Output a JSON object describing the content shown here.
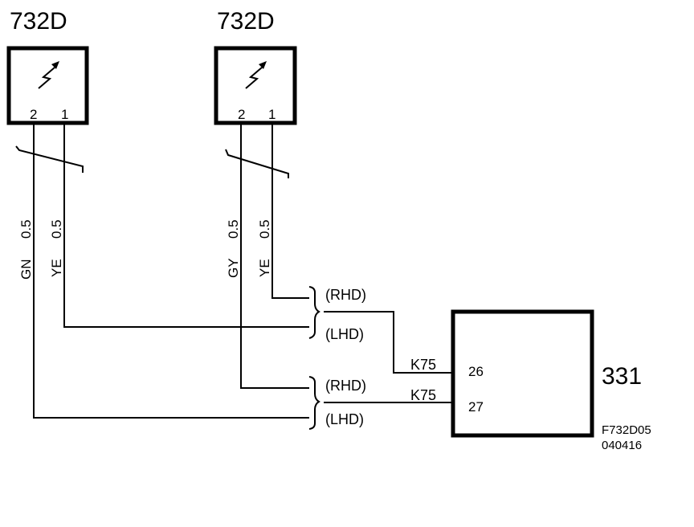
{
  "components": [
    {
      "id": "732D",
      "label": "732D",
      "pins": [
        "2",
        "1"
      ]
    },
    {
      "id": "732D",
      "label": "732D",
      "pins": [
        "2",
        "1"
      ]
    },
    {
      "id": "331",
      "label": "331",
      "pins": [
        "26",
        "27"
      ]
    }
  ],
  "wires": [
    {
      "color": "GN",
      "size": "0.5"
    },
    {
      "color": "YE",
      "size": "0.5"
    },
    {
      "color": "GY",
      "size": "0.5"
    },
    {
      "color": "YE",
      "size": "0.5"
    }
  ],
  "variants": {
    "rhd": "(RHD)",
    "lhd": "(LHD)"
  },
  "connector": "K75",
  "figure": {
    "code": "F732D05",
    "date": "040416"
  },
  "icon": "lightning-arrow-icon"
}
